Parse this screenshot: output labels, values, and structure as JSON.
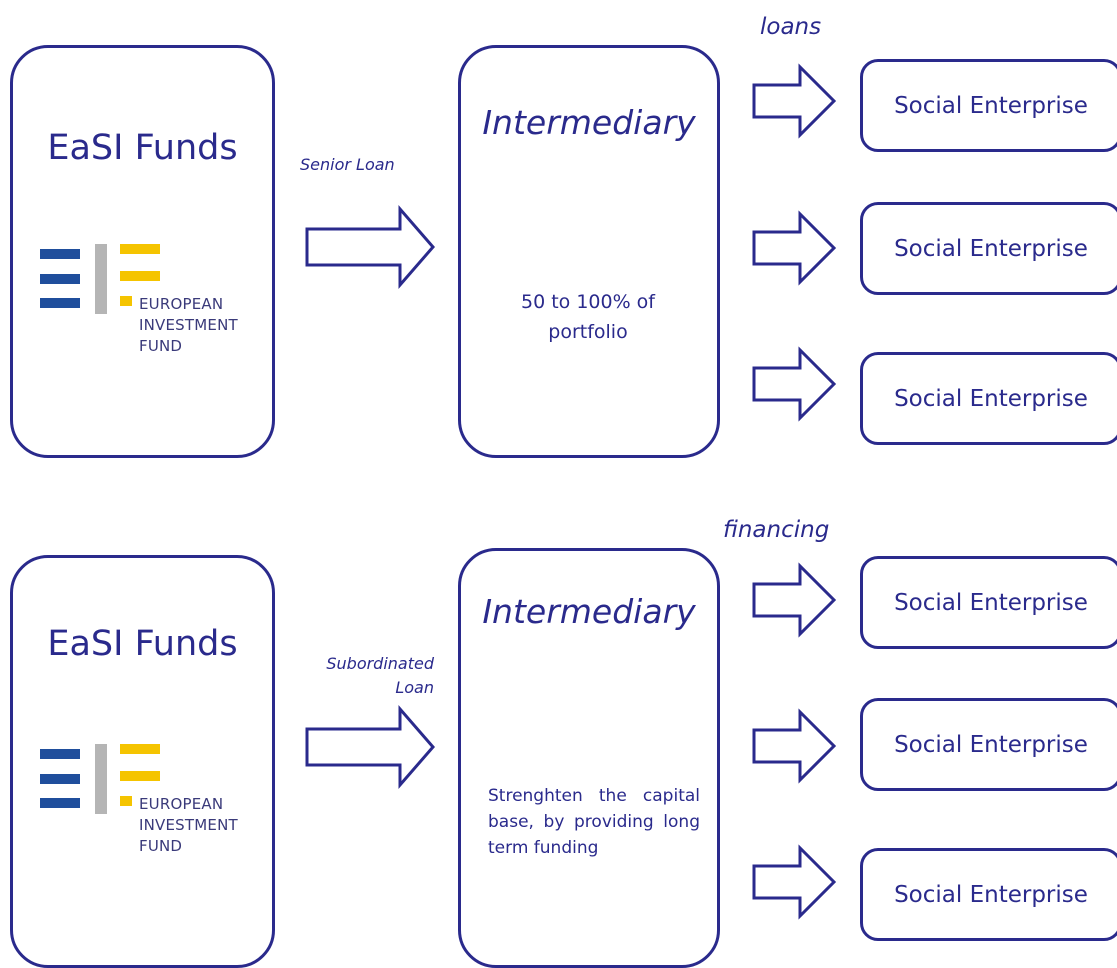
{
  "colors": {
    "primary": "#2a2a8c",
    "logo_blue": "#1f4e9c",
    "logo_yellow": "#f5c400",
    "logo_grey": "#b5b5b5"
  },
  "rows": [
    {
      "fund_title": "EaSI Funds",
      "logo": {
        "line1": "EUROPEAN",
        "line2": "INVESTMENT",
        "line3": "FUND"
      },
      "transfer_label": "Senior Loan",
      "intermediary_title": "Intermediary",
      "intermediary_note": "50 to 100% of portfolio",
      "outflow_label": "loans",
      "enterprises": [
        "Social Enterprise",
        "Social Enterprise",
        "Social Enterprise"
      ]
    },
    {
      "fund_title": "EaSI Funds",
      "logo": {
        "line1": "EUROPEAN",
        "line2": "INVESTMENT",
        "line3": "FUND"
      },
      "transfer_label": "Subordinated Loan",
      "intermediary_title": "Intermediary",
      "intermediary_note": "Strenghten the capital base, by providing long term funding",
      "outflow_label": "financing",
      "enterprises": [
        "Social Enterprise",
        "Social Enterprise",
        "Social Enterprise"
      ]
    }
  ]
}
